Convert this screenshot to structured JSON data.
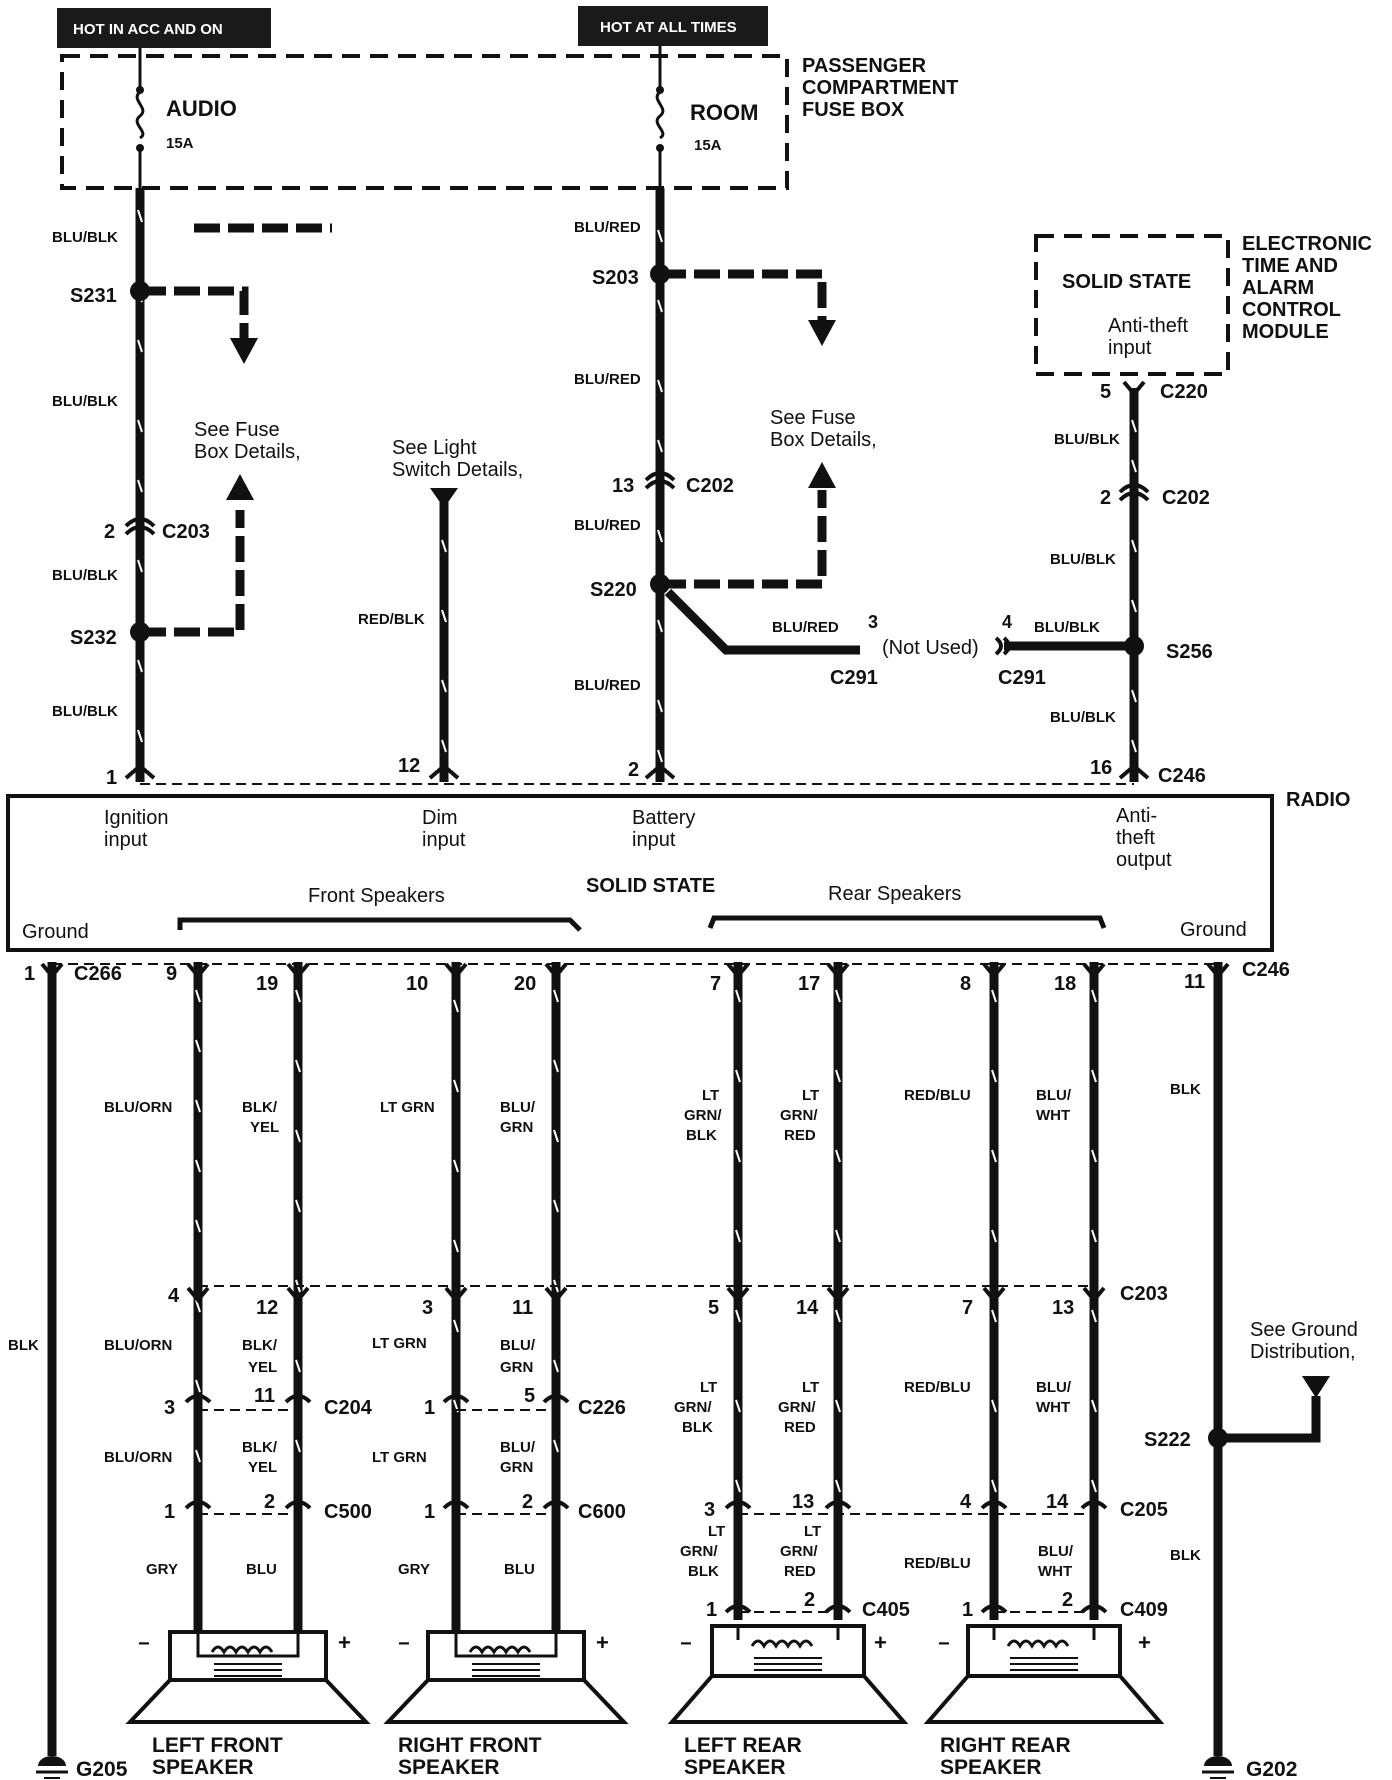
{
  "power": {
    "hot_acc_on": "HOT IN ACC AND ON",
    "hot_all_times": "HOT AT ALL TIMES"
  },
  "fuse_box": {
    "title_lines": [
      "PASSENGER",
      "COMPARTMENT",
      "FUSE BOX"
    ],
    "audio_name": "AUDIO",
    "audio_rating": "15A",
    "room_name": "ROOM",
    "room_rating": "15A"
  },
  "module": {
    "title_lines": [
      "ELECTRONIC",
      "TIME AND",
      "ALARM",
      "CONTROL",
      "MODULE"
    ],
    "solid_state": "SOLID STATE",
    "input_lines": [
      "Anti-theft",
      "input"
    ]
  },
  "notes": {
    "fuse_details_left": [
      "See Fuse",
      "Box Details,"
    ],
    "fuse_details_right": [
      "See Fuse",
      "Box Details,"
    ],
    "light_switch": [
      "See Light",
      "Switch Details,"
    ],
    "ground_dist": [
      "See Ground",
      "Distribution,"
    ],
    "not_used": "(Not Used)"
  },
  "splices": {
    "s231": "S231",
    "s232": "S232",
    "s203": "S203",
    "s220": "S220",
    "s256": "S256",
    "s222": "S222"
  },
  "connectors": {
    "c203": "C203",
    "c202": "C202",
    "c220": "C220",
    "c291": "C291",
    "c246": "C246",
    "c266": "C266",
    "c204": "C204",
    "c226": "C226",
    "c205": "C205",
    "c500": "C500",
    "c600": "C600",
    "c405": "C405",
    "c409": "C409"
  },
  "grounds": {
    "g205": "G205",
    "g202": "G202"
  },
  "wire_colors": {
    "blu_blk": "BLU/BLK",
    "blu_red": "BLU/RED",
    "red_blk": "RED/BLK",
    "blu_orn": "BLU/ORN",
    "blk_yel": [
      "BLK/",
      "YEL"
    ],
    "lt_grn": "LT GRN",
    "blu_grn": [
      "BLU/",
      "GRN"
    ],
    "lt_grn_blk": [
      "LT",
      "GRN/",
      "BLK"
    ],
    "lt_grn_red": [
      "LT",
      "GRN/",
      "RED"
    ],
    "red_blu": "RED/BLU",
    "blu_wht": [
      "BLU/",
      "WHT"
    ],
    "blk": "BLK",
    "gry": "GRY",
    "blu": "BLU"
  },
  "radio": {
    "name": "RADIO",
    "solid_state": "SOLID STATE",
    "ignition": [
      "Ignition",
      "input"
    ],
    "dim": [
      "Dim",
      "input"
    ],
    "battery": [
      "Battery",
      "input"
    ],
    "antitheft": [
      "Anti-",
      "theft",
      "output"
    ],
    "front_speakers": "Front Speakers",
    "rear_speakers": "Rear Speakers",
    "ground_left": "Ground",
    "ground_right": "Ground"
  },
  "speakers": {
    "left_front": [
      "LEFT FRONT",
      "SPEAKER"
    ],
    "right_front": [
      "RIGHT FRONT",
      "SPEAKER"
    ],
    "left_rear": [
      "LEFT REAR",
      "SPEAKER"
    ],
    "right_rear": [
      "RIGHT REAR",
      "SPEAKER"
    ],
    "minus": "−",
    "plus": "+"
  },
  "pins": {
    "p1": "1",
    "p2": "2",
    "p3": "3",
    "p4": "4",
    "p5": "5",
    "p7": "7",
    "p8": "8",
    "p9": "9",
    "p10": "10",
    "p11": "11",
    "p12": "12",
    "p13": "13",
    "p14": "14",
    "p16": "16",
    "p17": "17",
    "p18": "18",
    "p19": "19",
    "p20": "20"
  }
}
